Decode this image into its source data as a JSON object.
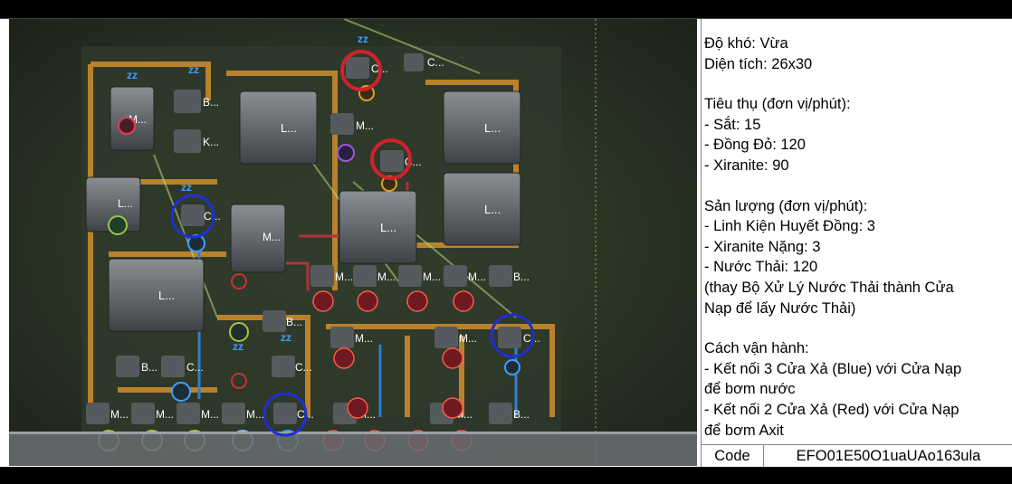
{
  "info": {
    "difficulty": "Độ khó: Vừa",
    "area": "Diện tích: 26x30",
    "consumption_title": "Tiêu thụ (đơn vị/phút):",
    "consumption": [
      "- Sắt: 15",
      "- Đồng Đỏ: 120",
      "- Xiranite: 90"
    ],
    "output_title": "Sản lượng (đơn vị/phút):",
    "output": [
      "- Linh Kiện Huyết Đồng: 3",
      "- Xiranite Nặng: 3",
      "- Nước Thải: 120"
    ],
    "output_note": [
      "(thay Bộ Xử Lý Nước Thải thành Cửa",
      "Nạp để lấy Nước Thải)"
    ],
    "operation_title": "Cách vận hành:",
    "operation": [
      "- Kết nối 3 Cửa Xả (Blue) với Cửa Nạp",
      "để bơm nước",
      "- Kết nối 2 Cửa Xả (Red) với Cửa Nạp",
      "để bơm Axit"
    ]
  },
  "code": {
    "label": "Code",
    "value": "EFO01E50O1uaUAo163ula"
  },
  "map": {
    "labels": {
      "m": "M...",
      "c": "C...",
      "b": "B...",
      "l": "L...",
      "k": "K...",
      "sleep": "zz"
    },
    "colors": {
      "ground": "#2b3426",
      "belt": "#c98a2c",
      "pipe_blue": "#2f7fd0",
      "pipe_red": "#b3303a",
      "ring_red": "#d0222c",
      "ring_blue": "#1f2fd0"
    }
  }
}
